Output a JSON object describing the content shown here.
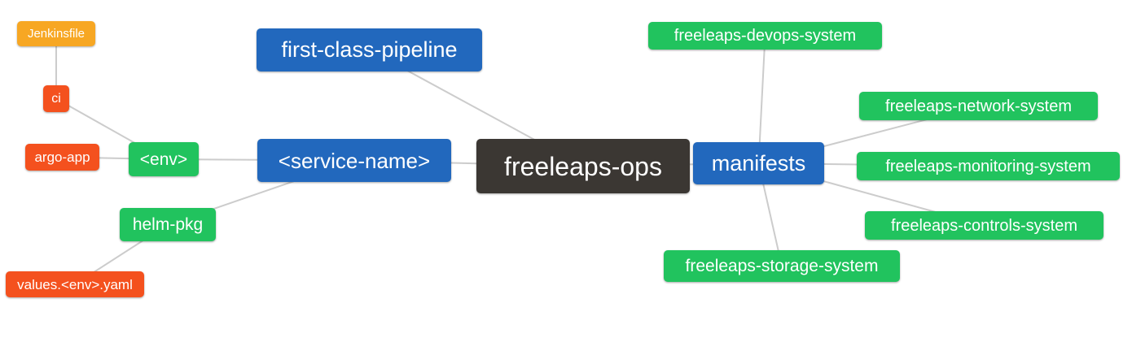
{
  "diagram": {
    "type": "mindmap",
    "root": "freeleaps_ops"
  },
  "palette": {
    "blue": "#2268bd",
    "green": "#21c35e",
    "orange": "#f7a723",
    "red": "#f4511e",
    "dark": "#3b3733",
    "edge": "#cccccc",
    "background": "#ffffff",
    "text": "#ffffff"
  },
  "nodes": {
    "jenkinsfile": {
      "label": "Jenkinsfile",
      "color": "#f7a723"
    },
    "ci": {
      "label": "ci",
      "color": "#f4511e"
    },
    "argo_app": {
      "label": "argo-app",
      "color": "#f4511e"
    },
    "env": {
      "label": "<env>",
      "color": "#21c35e"
    },
    "helm_pkg": {
      "label": "helm-pkg",
      "color": "#21c35e"
    },
    "values_env_yaml": {
      "label": "values.<env>.yaml",
      "color": "#f4511e"
    },
    "first_class_pipeline": {
      "label": "first-class-pipeline",
      "color": "#2268bd"
    },
    "service_name": {
      "label": "<service-name>",
      "color": "#2268bd"
    },
    "freeleaps_ops": {
      "label": "freeleaps-ops",
      "color": "#3b3733"
    },
    "manifests": {
      "label": "manifests",
      "color": "#2268bd"
    },
    "devops_system": {
      "label": "freeleaps-devops-system",
      "color": "#21c35e"
    },
    "network_system": {
      "label": "freeleaps-network-system",
      "color": "#21c35e"
    },
    "monitoring_system": {
      "label": "freeleaps-monitoring-system",
      "color": "#21c35e"
    },
    "controls_system": {
      "label": "freeleaps-controls-system",
      "color": "#21c35e"
    },
    "storage_system": {
      "label": "freeleaps-storage-system",
      "color": "#21c35e"
    }
  },
  "edges": [
    [
      "jenkinsfile",
      "ci"
    ],
    [
      "ci",
      "env"
    ],
    [
      "argo_app",
      "env"
    ],
    [
      "env",
      "service_name"
    ],
    [
      "helm_pkg",
      "service_name"
    ],
    [
      "values_env_yaml",
      "helm_pkg"
    ],
    [
      "first_class_pipeline",
      "freeleaps_ops"
    ],
    [
      "service_name",
      "freeleaps_ops"
    ],
    [
      "freeleaps_ops",
      "manifests"
    ],
    [
      "manifests",
      "devops_system"
    ],
    [
      "manifests",
      "network_system"
    ],
    [
      "manifests",
      "monitoring_system"
    ],
    [
      "manifests",
      "controls_system"
    ],
    [
      "manifests",
      "storage_system"
    ]
  ]
}
